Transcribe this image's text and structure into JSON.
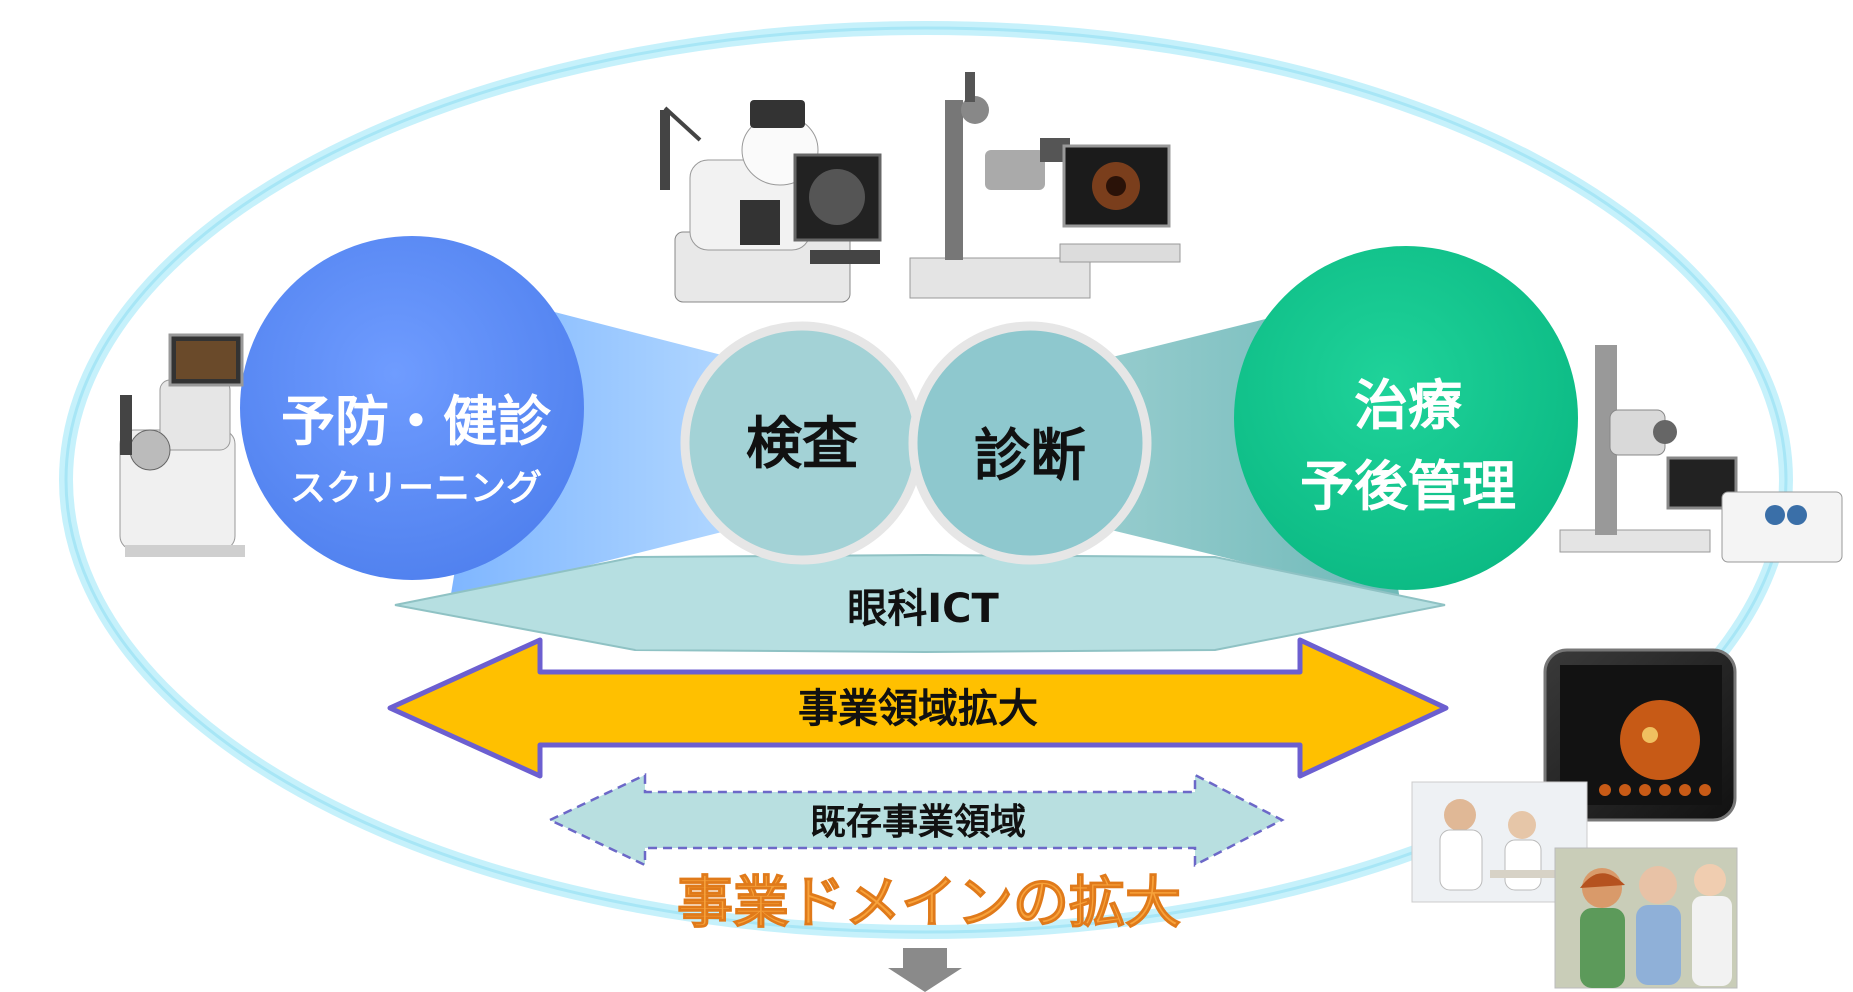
{
  "circles": {
    "prevention_title": "予防・健診",
    "prevention_sub": "スクリーニング",
    "exam": "検査",
    "diagnosis": "診断",
    "treatment_line1": "治療",
    "treatment_line2": "予後管理"
  },
  "arrows": {
    "ict": "眼科ICT",
    "expansion": "事業領域拡大",
    "existing": "既存事業領域"
  },
  "headline": "事業ドメインの拡大",
  "colors": {
    "prevention": "#5b8ef5",
    "exam_diag": "#9fcfd3",
    "treatment": "#13c98e",
    "expansion_arrow": "#ffc000",
    "expansion_border": "#6c5fd0",
    "ellipse": "#bdeefa",
    "headline": "#f7a23b"
  },
  "images": [
    "fundus-camera-icon",
    "slit-lamp-icon",
    "auto-refractometer-icon",
    "laser-slit-lamp-icon",
    "tablet-retina-icon",
    "doctor-consult-photo",
    "elderly-couple-photo"
  ]
}
